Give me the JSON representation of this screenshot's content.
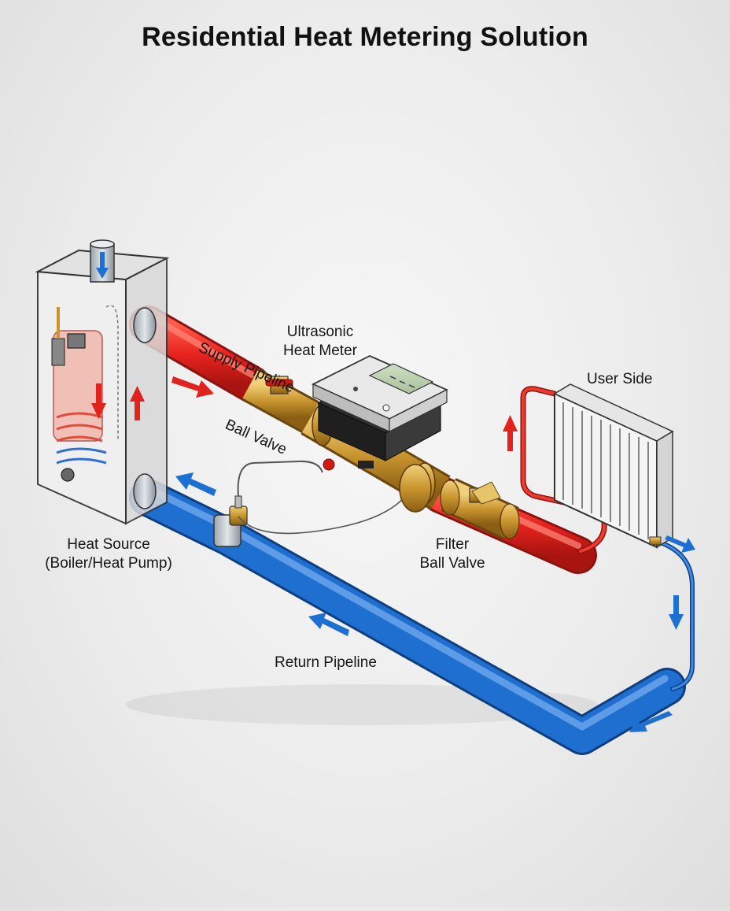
{
  "title": "Residential Heat Metering Solution",
  "labels": {
    "meter_line1": "Ultrasonic",
    "meter_line2": "Heat Meter",
    "supply": "Supply Pipeline",
    "ball_valve": "Ball Valve",
    "user_side": "User Side",
    "source_line1": "Heat Source",
    "source_line2": "(Boiler/Heat Pump)",
    "filter_line1": "Filter",
    "filter_line2": "Ball Valve",
    "return": "Return Pipeline"
  },
  "colors": {
    "supply_pipe": "#e8231f",
    "return_pipe": "#1e6fd0",
    "brass": "#c9952f",
    "arrow_red": "#e0231c",
    "arrow_blue": "#1d6fd1"
  }
}
